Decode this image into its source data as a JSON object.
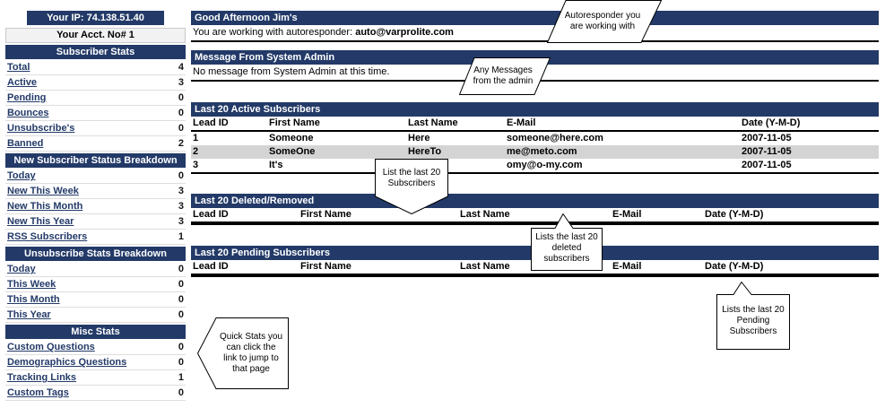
{
  "colors": {
    "navy_header": "#233A68",
    "row_highlight": "#D4D4D4",
    "divider": "#000000",
    "link": "#233A68"
  },
  "sidebar": {
    "ip_header": "Your IP: 74.138.51.40",
    "account": "Your Acct. No# 1",
    "sections": [
      {
        "title": "Subscriber Stats",
        "items": [
          {
            "label": "Total",
            "value": "4"
          },
          {
            "label": "Active",
            "value": "3"
          },
          {
            "label": "Pending",
            "value": "0"
          },
          {
            "label": "Bounces",
            "value": "0"
          },
          {
            "label": "Unsubscribe's",
            "value": "0"
          },
          {
            "label": "Banned",
            "value": "2"
          }
        ]
      },
      {
        "title": "New Subscriber Status Breakdown",
        "items": [
          {
            "label": "Today",
            "value": "0"
          },
          {
            "label": "New This Week",
            "value": "3"
          },
          {
            "label": "New This Month",
            "value": "3"
          },
          {
            "label": "New This Year",
            "value": "3"
          },
          {
            "label": "RSS Subscribers",
            "value": "1"
          }
        ]
      },
      {
        "title": "Unsubscribe Stats Breakdown",
        "items": [
          {
            "label": "Today",
            "value": "0"
          },
          {
            "label": "This Week",
            "value": "0"
          },
          {
            "label": "This Month",
            "value": "0"
          },
          {
            "label": "This Year",
            "value": "0"
          }
        ]
      },
      {
        "title": "Misc Stats",
        "items": [
          {
            "label": "Custom Questions",
            "value": "0"
          },
          {
            "label": "Demographics Questions",
            "value": "0"
          },
          {
            "label": "Tracking Links",
            "value": "1"
          },
          {
            "label": "Custom Tags",
            "value": "0"
          }
        ]
      }
    ]
  },
  "main": {
    "greeting": "Good Afternoon Jim's",
    "working_prefix": "You are working with autoresponder: ",
    "working_email": "auto@varprolite.com",
    "admin_title": "Message From System Admin",
    "admin_message": "No message from System Admin at this time.",
    "tables": [
      {
        "title": "Last 20 Active Subscribers",
        "headers": [
          "Lead ID",
          "First Name",
          "Last Name",
          "E-Mail",
          "Date (Y-M-D)"
        ],
        "rows": [
          [
            "1",
            "Someone",
            "Here",
            "someone@here.com",
            "2007-11-05"
          ],
          [
            "2",
            "SomeOne",
            "HereTo",
            "me@meto.com",
            "2007-11-05"
          ],
          [
            "3",
            "It's",
            "",
            "omy@o-my.com",
            "2007-11-05"
          ]
        ]
      },
      {
        "title": "Last 20 Deleted/Removed",
        "headers": [
          "Lead ID",
          "First Name",
          "Last Name",
          "E-Mail",
          "Date (Y-M-D)"
        ],
        "rows": []
      },
      {
        "title": "Last 20 Pending Subscribers",
        "headers": [
          "Lead ID",
          "First Name",
          "Last Name",
          "E-Mail",
          "Date (Y-M-D)"
        ],
        "rows": []
      }
    ]
  },
  "callouts": {
    "autoresponder": "Autoresponder you are working with",
    "admin": "Any Messages from the admin",
    "active": "List the last 20 Subscribers",
    "deleted": "Lists the last 20 deleted subscribers",
    "pending": "Lists the last 20 Pending Subscribers",
    "quickstats": "Quick Stats you can click the link to jump to that page"
  }
}
